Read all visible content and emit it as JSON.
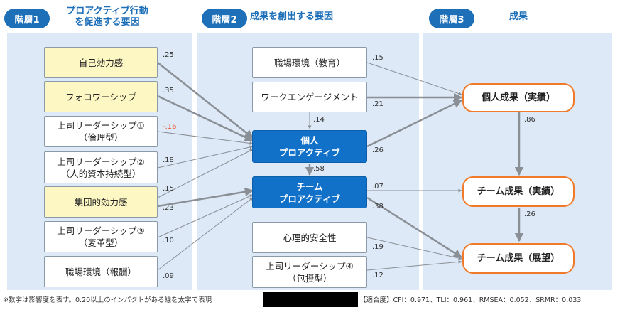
{
  "levels": [
    {
      "tag": "階層1",
      "title_lines": [
        "プロアクティブ行動",
        "を促進する要因"
      ]
    },
    {
      "tag": "階層2",
      "title_lines": [
        "成果を創出する要因"
      ]
    },
    {
      "tag": "階層3",
      "title_lines": [
        "成果"
      ]
    }
  ],
  "left_boxes": [
    {
      "lines": [
        "自己効力感"
      ],
      "coef": ".25"
    },
    {
      "lines": [
        "フォロワーシップ"
      ],
      "coef": ".35"
    },
    {
      "lines": [
        "上司リーダーシップ①",
        "（倫理型）"
      ],
      "coef": "-.16"
    },
    {
      "lines": [
        "上司リーダーシップ②",
        "（人的資本持続型）"
      ],
      "coef": ".18"
    },
    {
      "lines": [
        "集団的効力感"
      ],
      "coef1": ".15",
      "coef2": ".23"
    },
    {
      "lines": [
        "上司リーダーシップ③",
        "（変革型）"
      ],
      "coef": ".10"
    },
    {
      "lines": [
        "職場環境（報酬）"
      ],
      "coef": ".09"
    }
  ],
  "middle_boxes": [
    {
      "lines": [
        "職場環境（教育）"
      ],
      "coef": ".15"
    },
    {
      "lines": [
        "ワークエンゲージメント"
      ],
      "coef_down": ".14",
      "coef_right": ".21"
    },
    {
      "lines": [
        "個人",
        "プロアクティブ"
      ],
      "coef_down": ".58",
      "coef_right": ".26"
    },
    {
      "lines": [
        "チーム",
        "プロアクティブ"
      ],
      "coef1": ".07",
      "coef2": ".38"
    },
    {
      "lines": [
        "心理的安全性"
      ],
      "coef": ".19"
    },
    {
      "lines": [
        "上司リーダーシップ④",
        "（包摂型）"
      ],
      "coef": ".12"
    }
  ],
  "right_boxes": [
    {
      "lines": [
        "個人成果（実績）"
      ],
      "coef_down": ".86"
    },
    {
      "lines": [
        "チーム成果（実績）"
      ],
      "coef_down": ".26"
    },
    {
      "lines": [
        "チーム成果（展望）"
      ]
    }
  ],
  "footer": {
    "note": "※数字は影響度を表す。0.20以上のインパクトがある線を太字で表現",
    "fit": "【適合度】CFI：0.971、TLI：0.961、RMSEA：0.052、SRMR：0.033"
  },
  "colors": {
    "blue": "#1d6fb8",
    "panel": "#dde9f6",
    "yellow": "#fdf7c4",
    "orange": "#f07a2a",
    "arrow": "#8a8f96"
  }
}
